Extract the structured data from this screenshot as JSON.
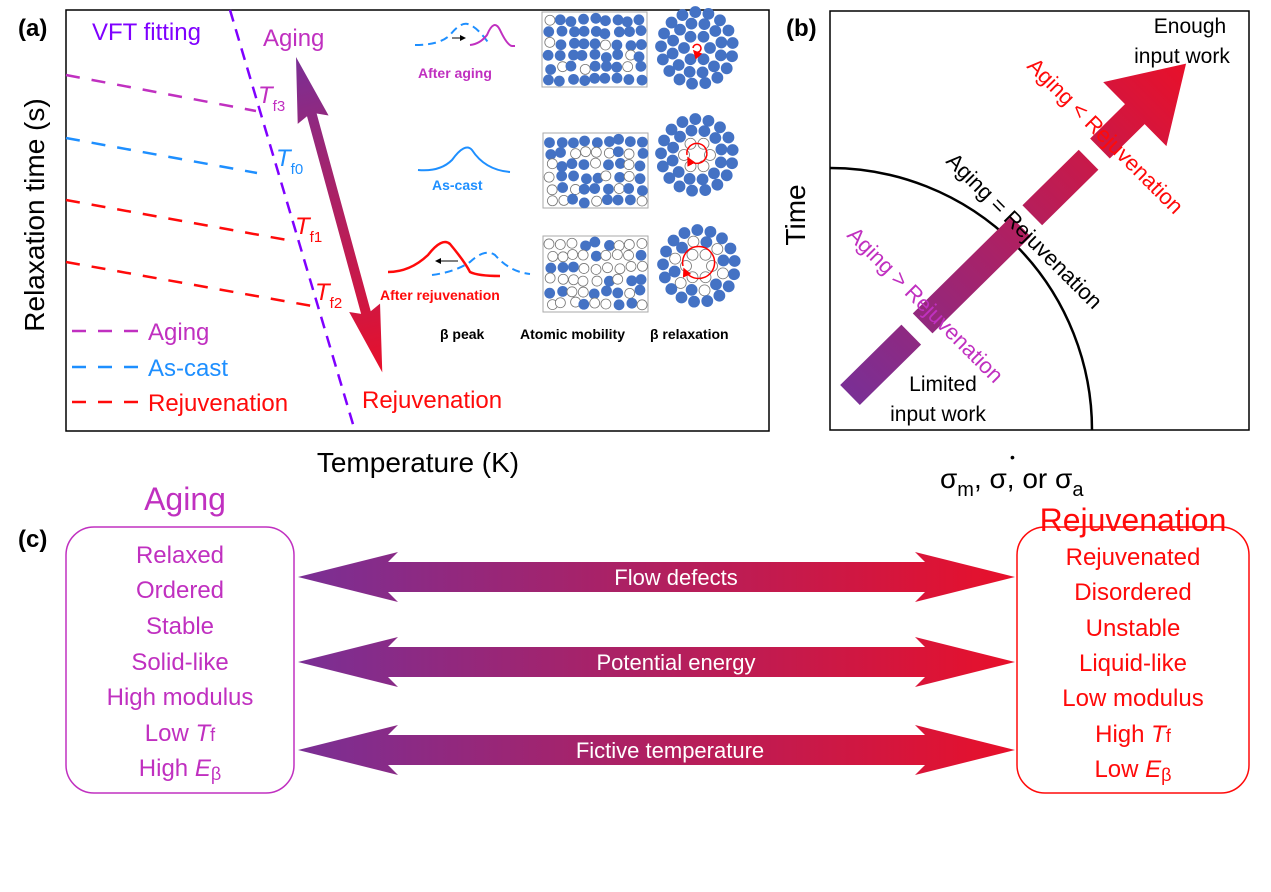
{
  "colors": {
    "aging": "#c030c0",
    "ascast": "#1e8fff",
    "rejuvenation": "#ff0a0a",
    "vft": "#7f00ff",
    "atom": "#4472c4",
    "grad_start": "#7a2f95",
    "grad_end": "#e8102a"
  },
  "panel_a": {
    "label": "(a)",
    "ylabel": "Relaxation time (s)",
    "xlabel": "Temperature (K)",
    "vft": "VFT fitting",
    "aging": "Aging",
    "rejuvenation": "Rejuvenation",
    "tf": [
      {
        "T": "T",
        "sub": "f3"
      },
      {
        "T": "T",
        "sub": "f0"
      },
      {
        "T": "T",
        "sub": "f1"
      },
      {
        "T": "T",
        "sub": "f2"
      }
    ],
    "legend": [
      "Aging",
      "As-cast",
      "Rejuvenation"
    ],
    "states": [
      "After  aging",
      "As-cast",
      "After  rejuvenation"
    ],
    "columns": [
      "β peak",
      "Atomic mobility",
      "β relaxation"
    ]
  },
  "panel_b": {
    "label": "(b)",
    "ylabel": "Time",
    "xlabel": {
      "s1": "σ",
      "s1sub": "m",
      "mid": ", ",
      "s2": "σ",
      "dot": "•",
      "end": ", or ",
      "s3": "σ",
      "s3sub": "a"
    },
    "enough": [
      "Enough",
      "input work"
    ],
    "limited": [
      "Limited",
      "input work"
    ],
    "gt": "Aging > Rejuvenation",
    "eq": "Aging = Rejuvenation",
    "lt": "Aging < Rejuvenation"
  },
  "panel_c": {
    "label": "(c)",
    "left_title": "Aging",
    "right_title": "Rejuvenation",
    "left_items": [
      "Relaxed",
      "Ordered",
      "Stable",
      "Solid-like",
      "High modulus"
    ],
    "left_tf": {
      "pre": "Low ",
      "T": "T",
      "sub": "f"
    },
    "left_e": {
      "pre": "High ",
      "E": "E",
      "sub": "β"
    },
    "right_items": [
      "Rejuvenated",
      "Disordered",
      "Unstable",
      "Liquid-like",
      "Low modulus"
    ],
    "right_tf": {
      "pre": "High ",
      "T": "T",
      "sub": "f"
    },
    "right_e": {
      "pre": "Low ",
      "E": "E",
      "sub": "β"
    },
    "arrows": [
      "Flow defects",
      "Potential energy",
      "Fictive temperature"
    ]
  }
}
